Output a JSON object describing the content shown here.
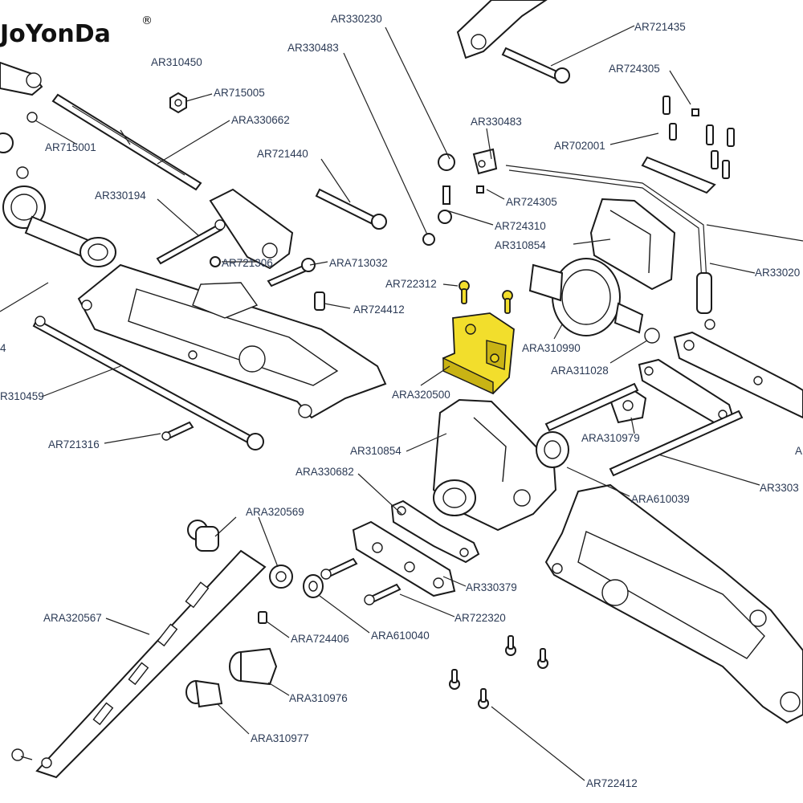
{
  "brand": {
    "name": "JoYonDa",
    "mark": "®"
  },
  "highlight_color": "#f2de2c",
  "label_color": "#2b3a55",
  "labels": {
    "ar330230": "AR330230",
    "ar721435": "AR721435",
    "ar330483_a": "AR330483",
    "ar310450": "AR310450",
    "ar724305_a": "AR724305",
    "ar715005": "AR715005",
    "ara330662": "ARA330662",
    "ar330483_b": "AR330483",
    "ar715001": "AR715001",
    "ar702001": "AR702001",
    "ar721440": "AR721440",
    "ar724305_b": "AR724305",
    "ar330194": "AR330194",
    "ar724310": "AR724310",
    "ar310854_a": "AR310854",
    "ar721306": "AR721306",
    "ara713032": "ARA713032",
    "ar33020x": "AR33020",
    "ar722312": "AR722312",
    "ar724412": "AR724412",
    "left_cut_4": "4",
    "ara310990": "ARA310990",
    "ara311028": "ARA311028",
    "ara320500": "ARA320500",
    "r310459": "R310459",
    "ara310979": "ARA310979",
    "ar721316": "AR721316",
    "ar310854_b": "AR310854",
    "right_cut_a": "A",
    "ara330682": "ARA330682",
    "ar33038x": "AR3303",
    "ara610039": "ARA610039",
    "ara320569": "ARA320569",
    "ara320567": "ARA320567",
    "ar330379": "AR330379",
    "ar722320": "AR722320",
    "ara724406": "ARA724406",
    "ara610040": "ARA610040",
    "ara310976": "ARA310976",
    "ara310977": "ARA310977",
    "ar722412": "AR722412"
  }
}
